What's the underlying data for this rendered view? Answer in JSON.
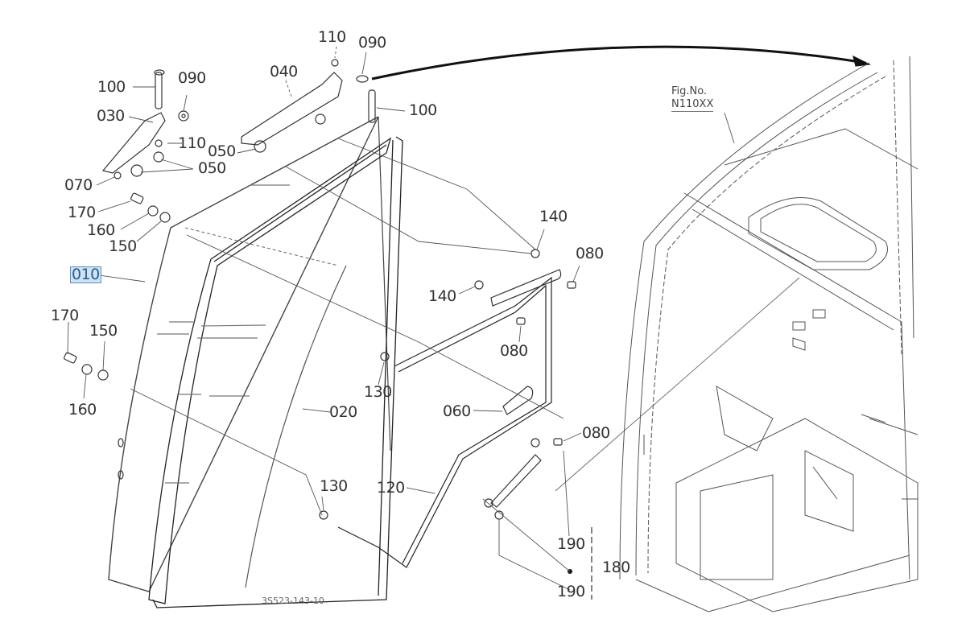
{
  "diagram": {
    "title": "Cab side window parts diagram",
    "figure": {
      "caption": "Fig.No.",
      "number": "N110XX"
    },
    "drawing_code": "3S523-143-10",
    "selected_part": "010",
    "colors": {
      "line": "#333333",
      "highlight_bg": "#cfe3f5",
      "highlight_border": "#5b8fc4"
    },
    "labels": {
      "l100a": "100",
      "l090a": "090",
      "l030": "030",
      "l110a": "110",
      "l050a": "050",
      "l070": "070",
      "l040": "040",
      "l110b": "110",
      "l090b": "090",
      "l100b": "100",
      "l050b": "050",
      "l170a": "170",
      "l160a": "160",
      "l150a": "150",
      "l010": "010",
      "l170b": "170",
      "l150b": "150",
      "l160b": "160",
      "l140a": "140",
      "l080a": "080",
      "l140b": "140",
      "l080b": "080",
      "l130a": "130",
      "l020": "020",
      "l060": "060",
      "l080c": "080",
      "l130b": "130",
      "l120": "120",
      "l190a": "190",
      "l180": "180",
      "l190b": "190"
    }
  }
}
